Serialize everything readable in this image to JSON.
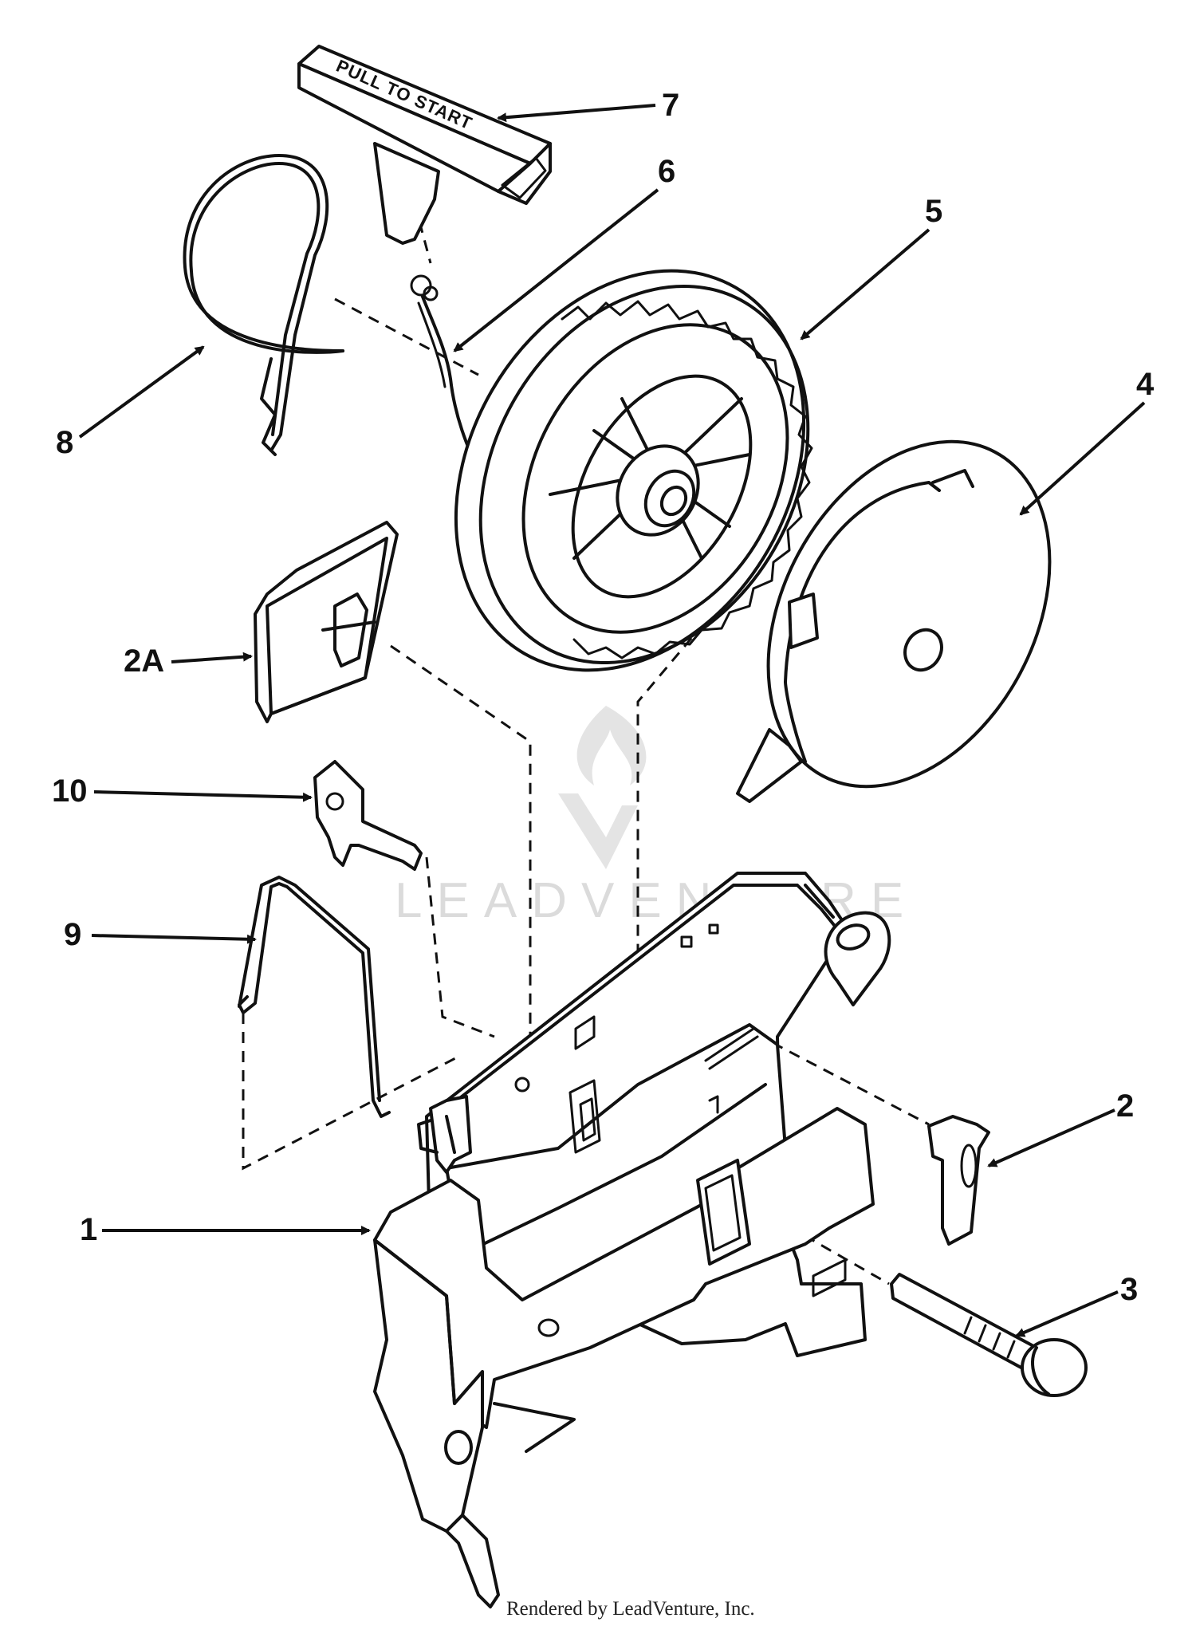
{
  "diagram": {
    "handle_text": "PULL TO START",
    "watermark": "LEADVENTURE",
    "footer": "Rendered by LeadVenture, Inc.",
    "callouts": [
      {
        "id": "1",
        "label": "1"
      },
      {
        "id": "2",
        "label": "2"
      },
      {
        "id": "2A",
        "label": "2A"
      },
      {
        "id": "3",
        "label": "3"
      },
      {
        "id": "4",
        "label": "4"
      },
      {
        "id": "5",
        "label": "5"
      },
      {
        "id": "6",
        "label": "6"
      },
      {
        "id": "7",
        "label": "7"
      },
      {
        "id": "8",
        "label": "8"
      },
      {
        "id": "9",
        "label": "9"
      },
      {
        "id": "10",
        "label": "10"
      }
    ]
  }
}
